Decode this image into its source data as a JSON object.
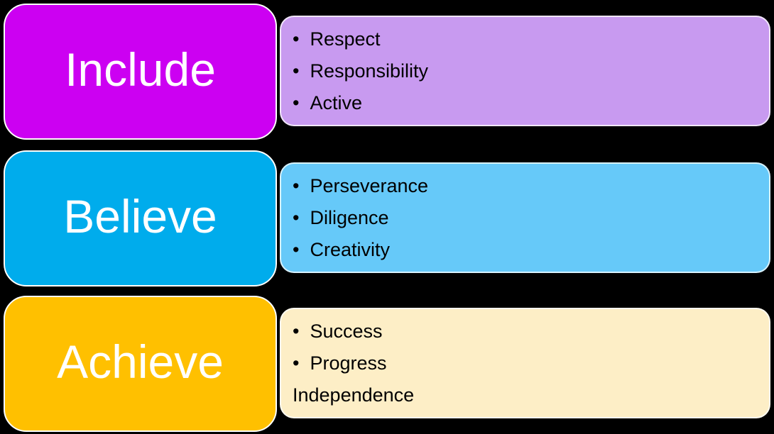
{
  "diagram": {
    "background_color": "#000000",
    "bullet_glyph": "•",
    "text_color_title": "#ffffff",
    "text_color_items": "#000000",
    "rows": [
      {
        "title": "Include",
        "title_color": "#CC00F2",
        "list_color": "#C89AF0",
        "items": [
          "Respect",
          "Responsibility",
          "Active"
        ]
      },
      {
        "title": "Believe",
        "title_color": "#00ACEC",
        "list_color": "#66C9F9",
        "items": [
          "Perseverance",
          "Diligence",
          "Creativity"
        ]
      },
      {
        "title": "Achieve",
        "title_color": "#FFC000",
        "list_color": "#FDEEC6",
        "items": [
          "Success",
          "Progress",
          "Independence"
        ]
      }
    ]
  }
}
